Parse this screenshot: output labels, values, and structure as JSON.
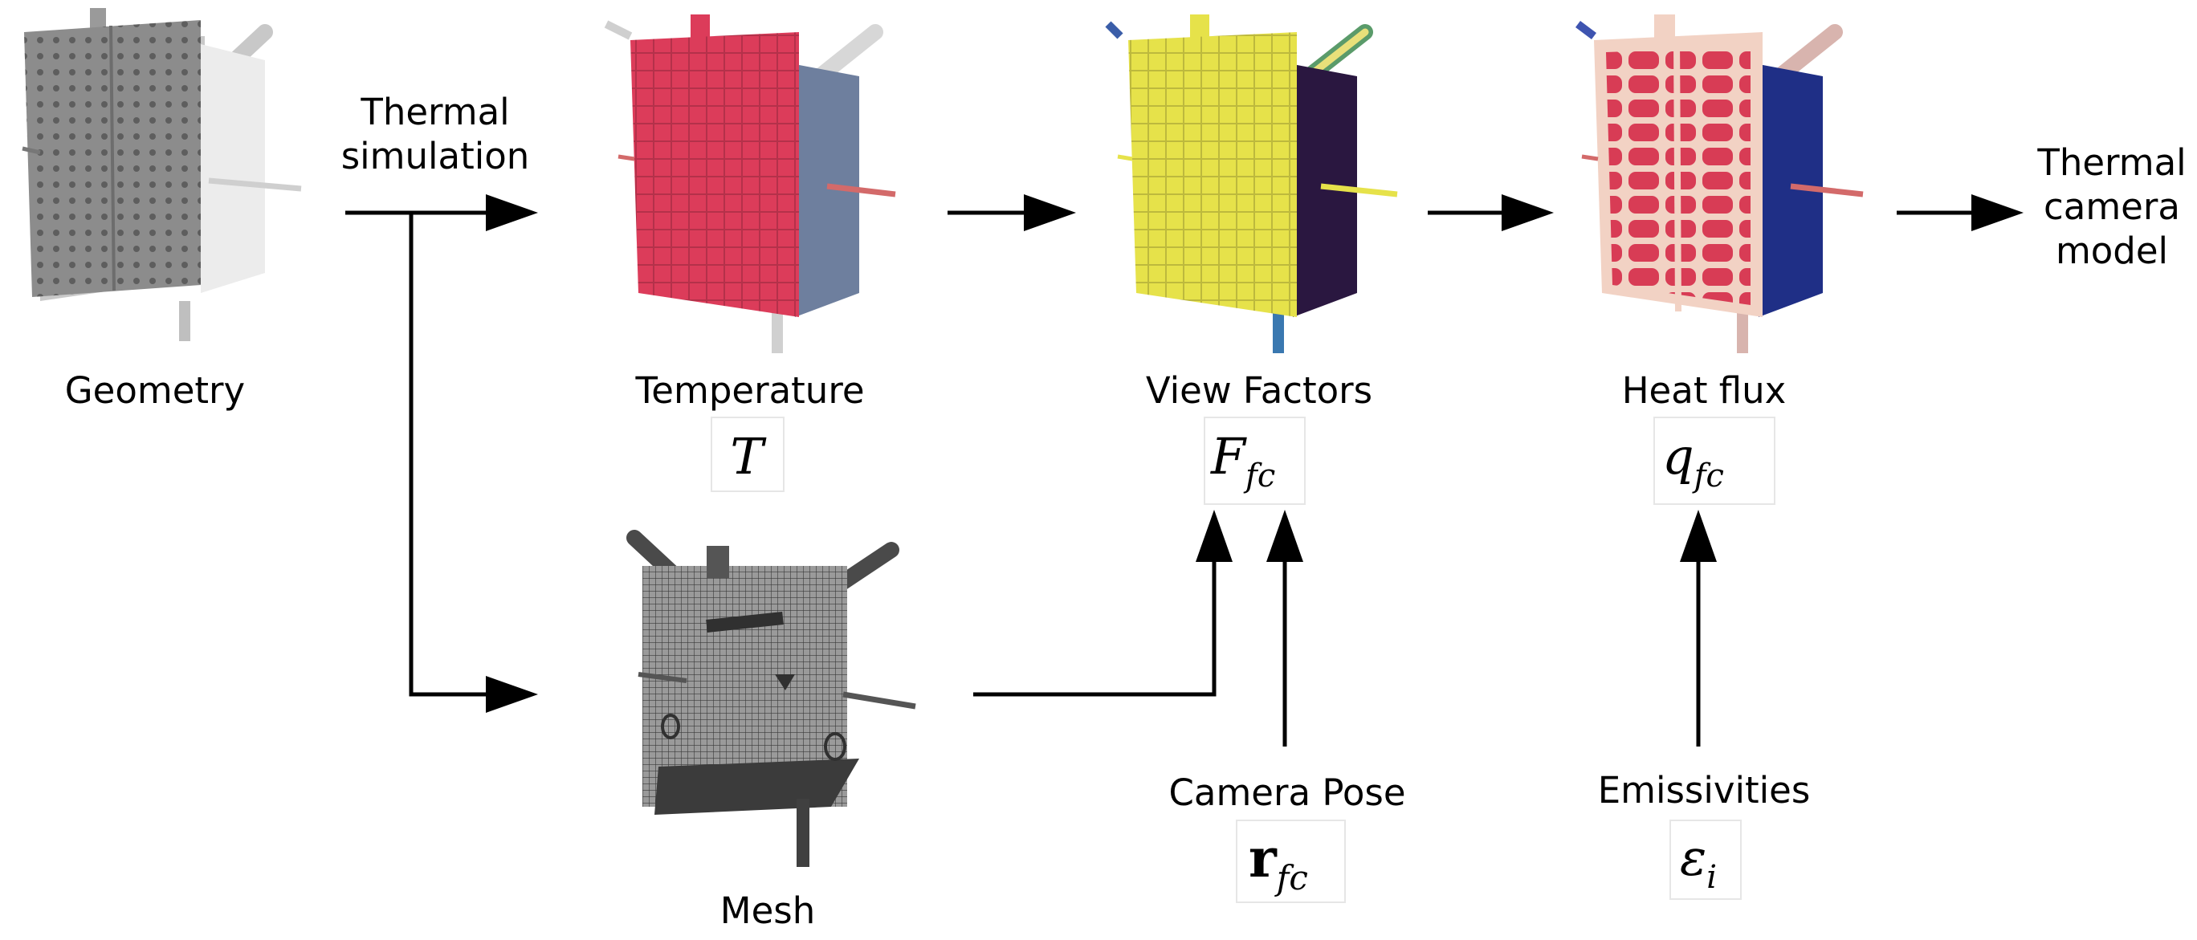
{
  "labels": {
    "geometry": "Geometry",
    "thermal_simulation_line1": "Thermal",
    "thermal_simulation_line2": "simulation",
    "temperature": "Temperature",
    "view_factors": "View Factors",
    "heat_flux": "Heat flux",
    "thermal_camera_line1": "Thermal",
    "thermal_camera_line2": "camera",
    "thermal_camera_line3": "model",
    "mesh": "Mesh",
    "camera_pose": "Camera Pose",
    "emissivities": "Emissivities"
  },
  "symbols": {
    "temperature": {
      "base": "T",
      "sub": ""
    },
    "view_factors": {
      "base": "F",
      "sub": "fc"
    },
    "heat_flux": {
      "base": "q",
      "sub": "fc"
    },
    "camera_pose": {
      "base": "r",
      "sub": "fc"
    },
    "emissivities": {
      "base": "ε",
      "sub": "i"
    }
  },
  "colors": {
    "geometry_panel": "#8c8c8c",
    "geometry_side": "#e6e6e6",
    "temperature_panel": "#dc3c5a",
    "temperature_side": "#6e7f9e",
    "viewfactor_panel": "#e6e24a",
    "viewfactor_side": "#2a1740",
    "heatflux_panel": "#f2d2c4",
    "heatflux_cells": "#d83c55",
    "heatflux_side": "#1f2f86",
    "mesh_gray": "#5a5a5a",
    "arrow": "#000000"
  },
  "icons": {
    "geometry": "satellite-gray-icon",
    "temperature": "satellite-temperature-icon",
    "view_factors": "satellite-viewfactor-icon",
    "heat_flux": "satellite-heatflux-icon",
    "mesh": "satellite-mesh-icon"
  }
}
